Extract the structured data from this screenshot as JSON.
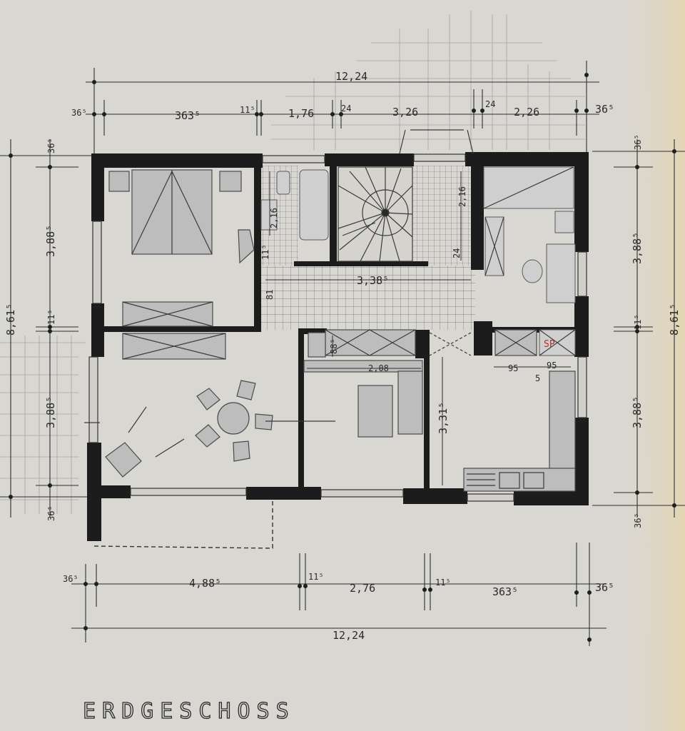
{
  "drawing": {
    "title": "ERDGESCHOSS",
    "annotation_red": "SP",
    "colors": {
      "paper": "#d9d7d2",
      "paper_edge": "#e4d6b4",
      "wall": "#1c1c1c",
      "hatch": "#6a6a6a",
      "annotation": "#b0302c"
    }
  },
  "dimensions": {
    "top_overall": "12,24",
    "top_chain": [
      "36⁵",
      "363⁵",
      "11⁵",
      "1,76",
      "24",
      "3,26",
      "24",
      "2,26",
      "36⁵"
    ],
    "bottom_chain": [
      "36⁵",
      "4,88⁵",
      "11⁵",
      "2,76",
      "11⁵",
      "363⁵",
      "36⁵"
    ],
    "bottom_overall": "12,24",
    "left_overall": "8,61⁵",
    "left_chain": [
      "36⁵",
      "3,88⁵",
      "11⁵",
      "3,88⁵",
      "36⁵"
    ],
    "right_overall": "8,61⁵",
    "right_chain": [
      "36⁵",
      "3,88⁵",
      "11⁵",
      "3,88⁵",
      "36⁵"
    ],
    "interior": {
      "bath_width": "2,16",
      "bath_gap": "11⁵",
      "wc_small": "81",
      "stair_depth": "2,16",
      "stair_gap": "24",
      "hall_width": "3,38⁵",
      "closet_height": "88⁵",
      "study_width": "2,08",
      "corridor_height": "3,31⁵",
      "kitchen_a": "95",
      "kitchen_b": "5",
      "kitchen_c": "95"
    }
  }
}
